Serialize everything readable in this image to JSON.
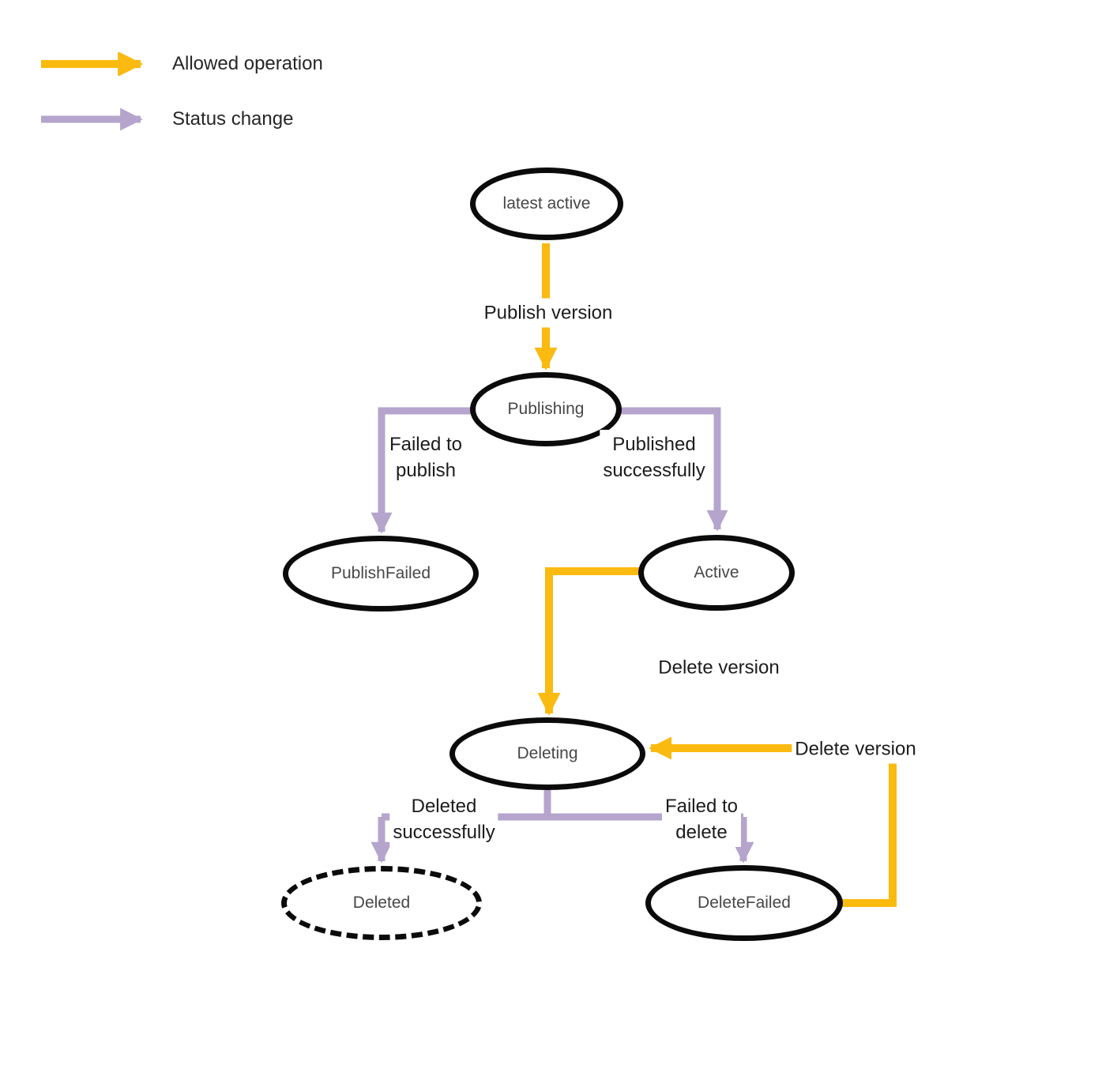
{
  "legend": {
    "items": [
      {
        "id": "allowed-operation",
        "label": "Allowed operation"
      },
      {
        "id": "status-change",
        "label": "Status change"
      }
    ]
  },
  "colors": {
    "allowed_operation": "#FBBA10",
    "status_change": "#B5A5CD",
    "node_border": "#0B0B0B",
    "node_fill": "#FFFFFF",
    "node_text": "#474747",
    "label_text": "#1C1C1C",
    "background": "#FFFFFF"
  },
  "nodes": {
    "latest_active": {
      "label": "latest active"
    },
    "publishing": {
      "label": "Publishing"
    },
    "publish_failed": {
      "label": "PublishFailed"
    },
    "active": {
      "label": "Active"
    },
    "deleting": {
      "label": "Deleting"
    },
    "deleted": {
      "label": "Deleted"
    },
    "delete_failed": {
      "label": "DeleteFailed"
    }
  },
  "edge_labels": {
    "publish_version": "Publish version",
    "failed_to_publish": "Failed to\npublish",
    "published_successfully": "Published\nsuccessfully",
    "delete_version": "Delete version",
    "deleted_successfully": "Deleted\nsuccessfully",
    "failed_to_delete": "Failed to\ndelete",
    "delete_version_retry": "Delete version"
  }
}
